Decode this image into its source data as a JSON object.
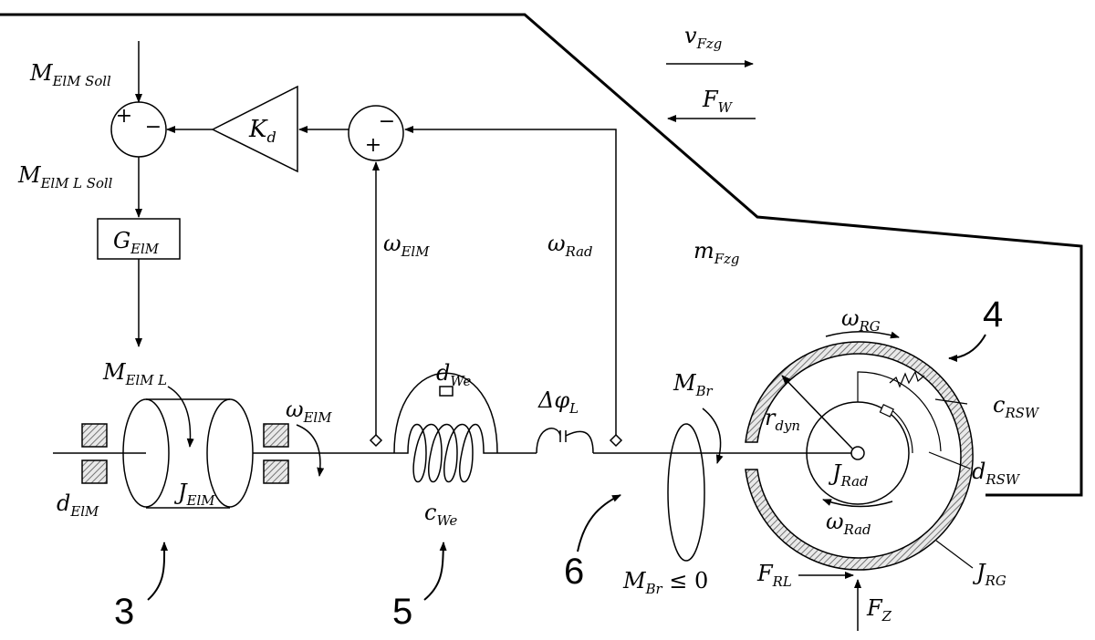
{
  "labels": {
    "m_elm_soll": {
      "main": "M",
      "sub": "ElM Soll"
    },
    "m_elm_l_soll": {
      "main": "M",
      "sub": "ElM L Soll"
    },
    "g_elm": {
      "main": "G",
      "sub": "ElM"
    },
    "kd": {
      "main": "K",
      "sub": "d"
    },
    "sum1_plus": "+",
    "sum1_minus": "−",
    "sum2_minus": "−",
    "sum2_plus": "+",
    "omega_elm_feedback": {
      "main": "ω",
      "sub": "ElM"
    },
    "omega_rad_feedback": {
      "main": "ω",
      "sub": "Rad"
    },
    "v_fzg": {
      "main": "v",
      "sub": "Fzg"
    },
    "f_w": {
      "main": "F",
      "sub": "W"
    },
    "m_fzg": {
      "main": "m",
      "sub": "Fzg"
    },
    "m_elm_l": {
      "main": "M",
      "sub": "ElM L"
    },
    "j_elm": {
      "main": "J",
      "sub": "ElM"
    },
    "d_elm": {
      "main": "d",
      "sub": "ElM"
    },
    "omega_elm_shaft": {
      "main": "ω",
      "sub": "ElM"
    },
    "d_we": {
      "main": "d",
      "sub": "We"
    },
    "c_we": {
      "main": "c",
      "sub": "We"
    },
    "delta_phi_l": {
      "main": "Δφ",
      "sub": "L"
    },
    "m_br": {
      "main": "M",
      "sub": "Br"
    },
    "m_br_cond": {
      "main": "M",
      "sub": "Br",
      "suffix": " ≤ 0"
    },
    "omega_rg": {
      "main": "ω",
      "sub": "RG"
    },
    "r_dyn": {
      "main": "r",
      "sub": "dyn"
    },
    "j_rad": {
      "main": "J",
      "sub": "Rad"
    },
    "omega_rad_wheel": {
      "main": "ω",
      "sub": "Rad"
    },
    "c_rsw": {
      "main": "c",
      "sub": "RSW"
    },
    "d_rsw": {
      "main": "d",
      "sub": "RSW"
    },
    "j_rg": {
      "main": "J",
      "sub": "RG"
    },
    "f_rl": {
      "main": "F",
      "sub": "RL"
    },
    "f_z": {
      "main": "F",
      "sub": "Z"
    }
  },
  "callouts": {
    "n3": "3",
    "n4": "4",
    "n5": "5",
    "n6": "6"
  }
}
